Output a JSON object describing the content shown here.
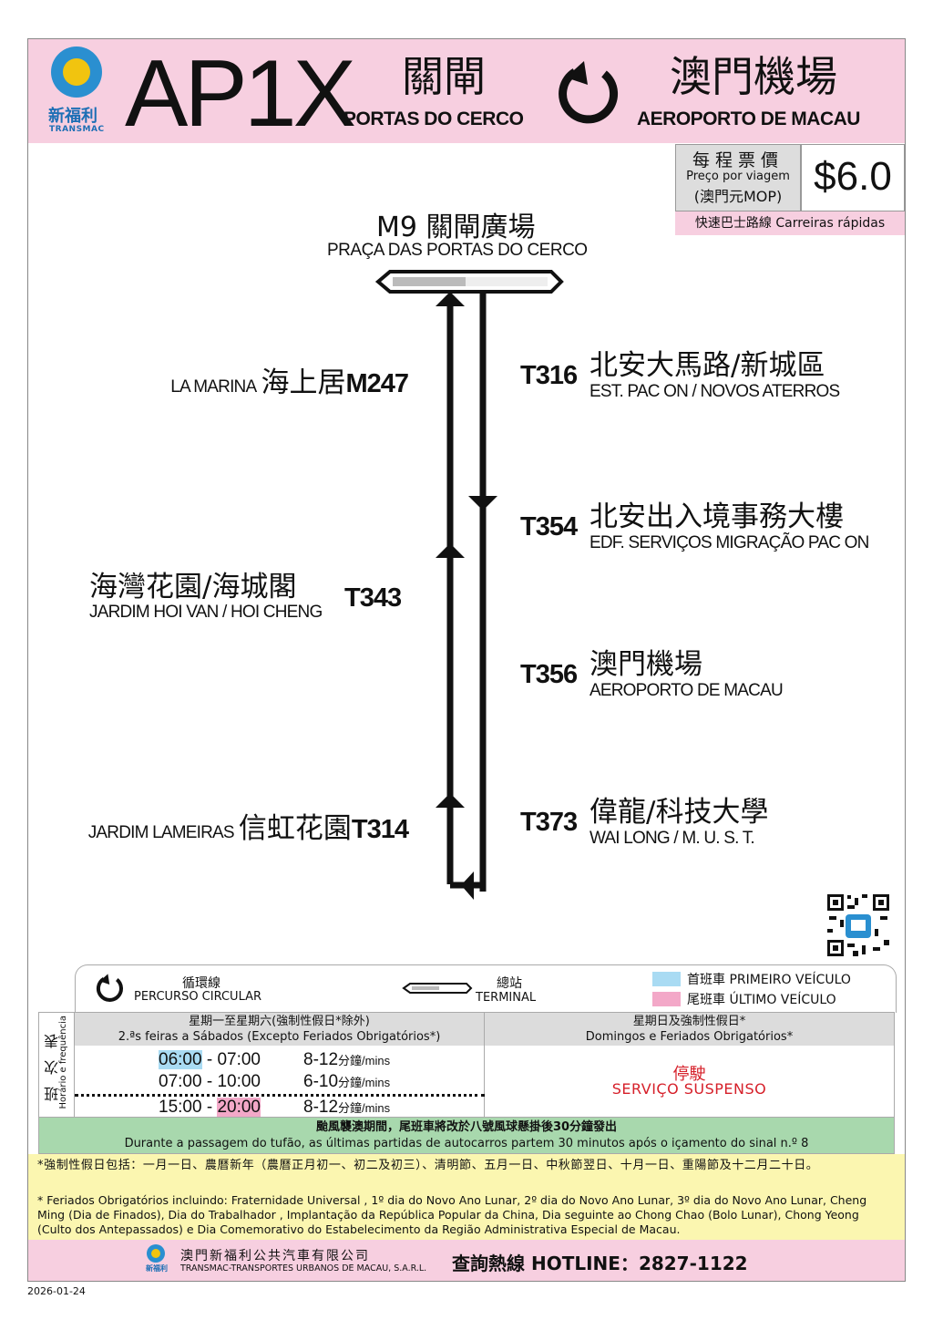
{
  "header": {
    "logo_zh": "新福利",
    "logo_en": "TRANSMAC",
    "route": "AP1X",
    "from_zh": "關閘",
    "from_pt": "PORTAS DO CERCO",
    "to_zh": "澳門機場",
    "to_pt": "AEROPORTO DE MACAU"
  },
  "fare": {
    "label_zh": "每程票價",
    "label_pt": "Preço por viagem",
    "currency": "(澳門元MOP)",
    "price": "$6.0",
    "express_zh": "快速巴士路線",
    "express_pt": "Carreiras rápidas"
  },
  "terminal": {
    "code_zh": "M9 關閘廣場",
    "pt": "PRAÇA DAS PORTAS DO CERCO"
  },
  "stops_left": [
    {
      "pt": "LA MARINA",
      "zh": "海上居",
      "code": "M247"
    },
    {
      "zh": "海灣花園/海城閣",
      "pt": "JARDIM HOI VAN / HOI CHENG",
      "code": "T343"
    },
    {
      "pt": "JARDIM LAMEIRAS",
      "zh": "信虹花園",
      "code": "T314"
    }
  ],
  "stops_right": [
    {
      "code": "T316",
      "zh": "北安大馬路/新城區",
      "pt": "EST. PAC ON / NOVOS ATERROS"
    },
    {
      "code": "T354",
      "zh": "北安出入境事務大樓",
      "pt": "EDF. SERVIÇOS MIGRAÇÃO PAC ON"
    },
    {
      "code": "T356",
      "zh": "澳門機場",
      "pt": "AEROPORTO DE MACAU"
    },
    {
      "code": "T373",
      "zh": "偉龍/科技大學",
      "pt": "WAI LONG / M. U. S. T."
    }
  ],
  "legend": {
    "circular_zh": "循環線",
    "circular_pt": "PERCURSO CIRCULAR",
    "terminal_zh": "總站",
    "terminal_pt": "TERMINAL",
    "first_zh": "首班車",
    "first_pt": "PRIMEIRO VEÍCULO",
    "last_zh": "尾班車",
    "last_pt": "ÚLTIMO VEÍCULO",
    "first_color": "#a9dbf3",
    "last_color": "#f3a8c8"
  },
  "timetable": {
    "side_zh": "班 次 表",
    "side_pt": "Horário e frequência",
    "weekday_zh": "星期一至星期六(強制性假日*除外)",
    "weekday_pt": "2.ªs feiras a Sábados (Excepto Feriados Obrigatórios*)",
    "sunday_zh": "星期日及強制性假日*",
    "sunday_pt": "Domingos e Feriados Obrigatórios*",
    "rows": [
      {
        "start": "06:00",
        "sep": " - ",
        "end": "07:00",
        "freq": "8-12",
        "unit": "分鐘/mins"
      },
      {
        "start": "07:00",
        "sep": " - ",
        "end": "10:00",
        "freq": "6-10",
        "unit": "分鐘/mins"
      },
      {
        "start": "15:00",
        "sep": " - ",
        "end": "20:00",
        "freq": "8-12",
        "unit": "分鐘/mins"
      }
    ],
    "suspended_zh": "停駛",
    "suspended_pt": "SERVIÇO SUSPENSO"
  },
  "typhoon": {
    "zh": "颱風襲澳期間，尾班車將改於八號風球懸掛後30分鐘發出",
    "pt": "Durante a passagem do tufão, as últimas partidas de autocarros partem 30 minutos após o içamento do sinal n.º 8"
  },
  "notes": {
    "zh": "*強制性假日包括：一月一日、農曆新年（農曆正月初一、初二及初三）、清明節、五月一日、中秋節翌日、十月一日、重陽節及十二月二十日。",
    "pt": "* Feriados Obrigatórios incluindo: Fraternidade Universal , 1º dia do Novo Ano Lunar, 2º dia do Novo Ano Lunar, 3º dia do Novo Ano Lunar, Cheng Ming (Dia de Finados), Dia do Trabalhador , Implantação da República Popular da China, Dia seguinte ao Chong Chao (Bolo Lunar), Chong Yeong (Culto dos Antepassados) e Dia Comemorativo do Estabelecimento da Região Administrativa Especial de Macau."
  },
  "footer": {
    "company_zh": "澳門新福利公共汽車有限公司",
    "company_pt": "TRANSMAC-TRANSPORTES URBANOS DE MACAU, S.A.R.L.",
    "hotline_label": "查詢熱線 HOTLINE：",
    "hotline": "2827-1122",
    "date": "2026-01-24"
  }
}
